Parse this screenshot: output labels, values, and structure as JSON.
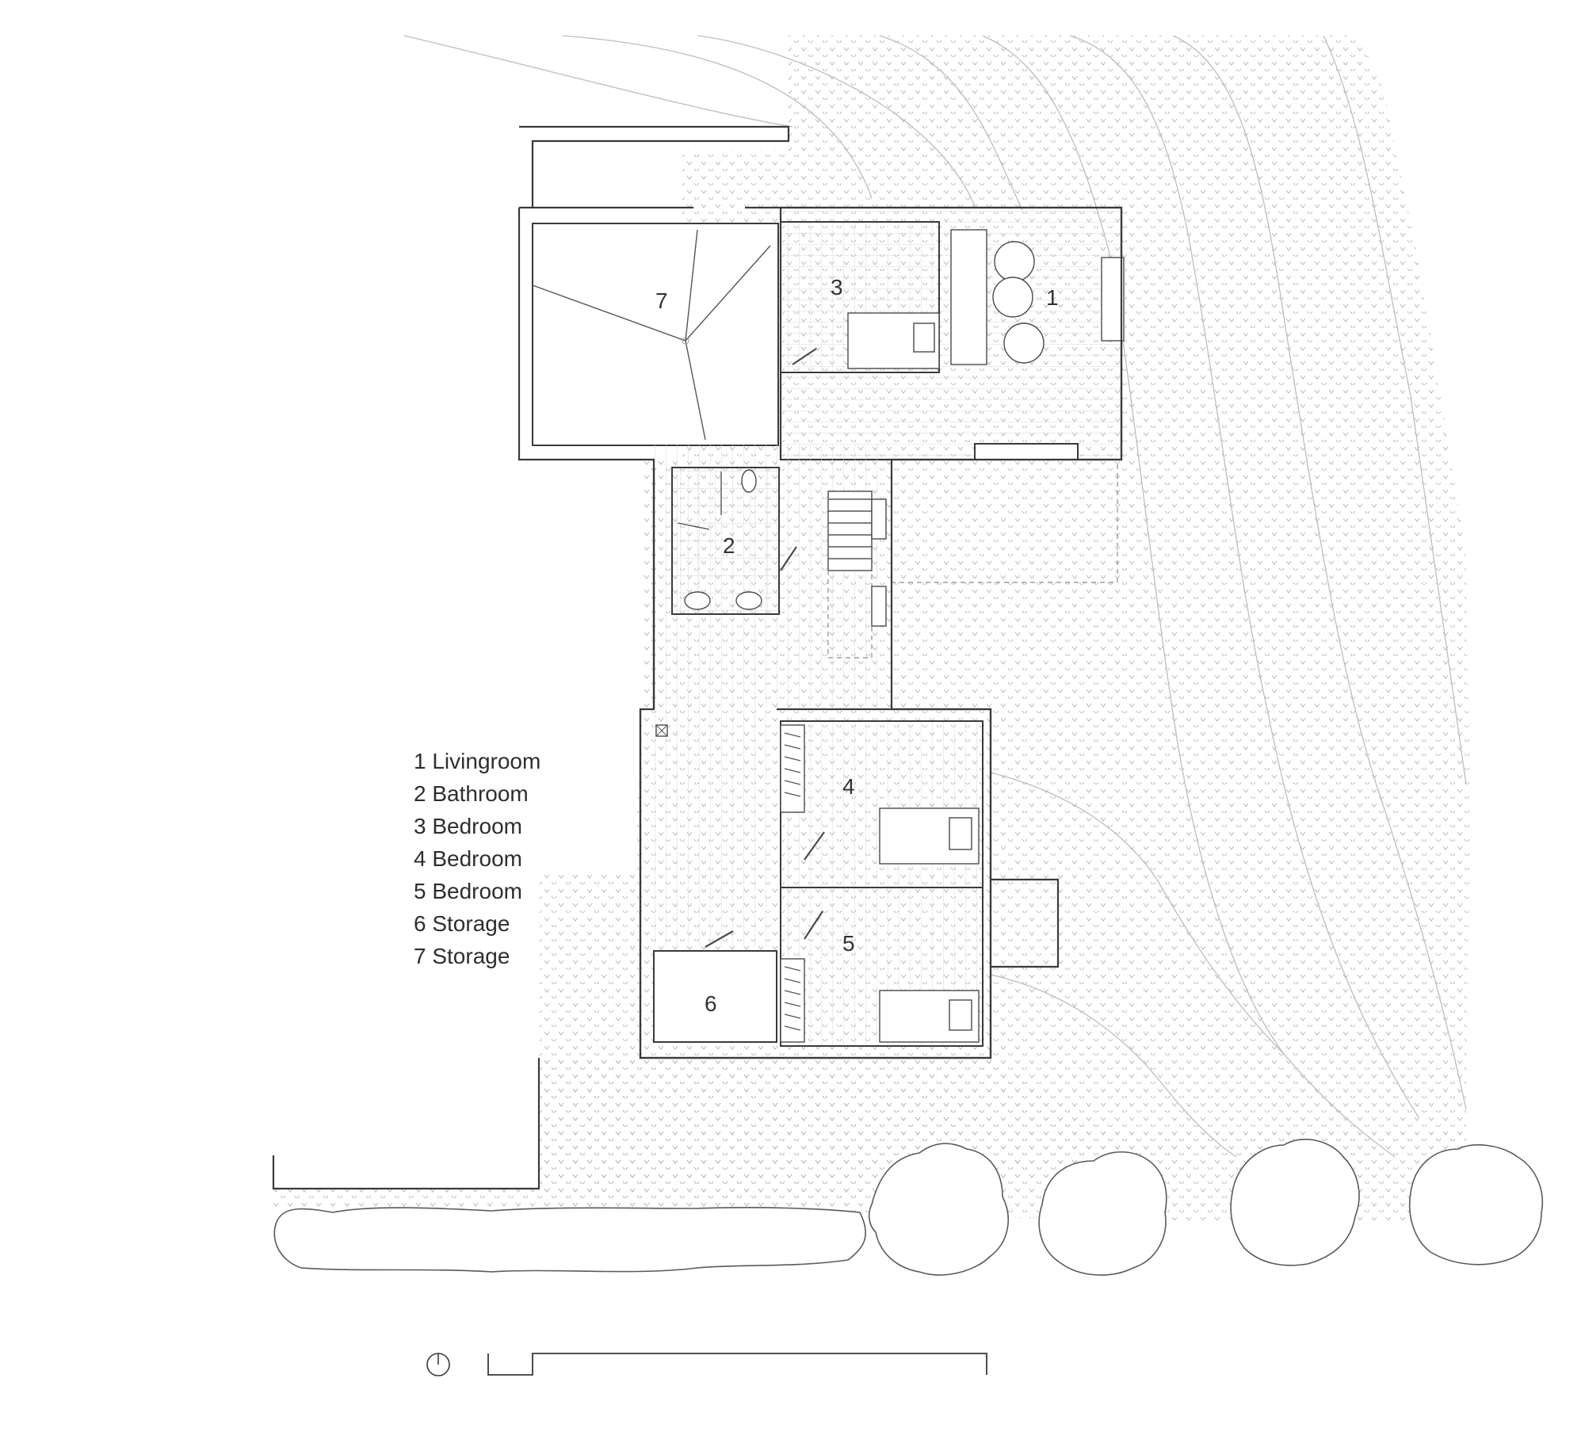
{
  "legend": {
    "items": [
      {
        "number": "1",
        "label": "Livingroom"
      },
      {
        "number": "2",
        "label": "Bathroom"
      },
      {
        "number": "3",
        "label": "Bedroom"
      },
      {
        "number": "4",
        "label": "Bedroom"
      },
      {
        "number": "5",
        "label": "Bedroom"
      },
      {
        "number": "6",
        "label": "Storage"
      },
      {
        "number": "7",
        "label": "Storage"
      }
    ],
    "line_1": "1 Livingroom",
    "line_2": "2 Bathroom",
    "line_3": "3 Bedroom",
    "line_4": "4 Bedroom",
    "line_5": "5 Bedroom",
    "line_6": "6 Storage",
    "line_7": "7 Storage"
  },
  "room_labels": {
    "r1": "1",
    "r2": "2",
    "r3": "3",
    "r4": "4",
    "r5": "5",
    "r6": "6",
    "r7": "7"
  },
  "colors": {
    "wall": "#3a3a3a",
    "ground_pattern": "#c9c9c9",
    "floorboards": "#d6d6d6",
    "background": "#ffffff"
  },
  "icons": [
    "north-arrow-icon",
    "scale-bar-icon",
    "tree-icon"
  ]
}
